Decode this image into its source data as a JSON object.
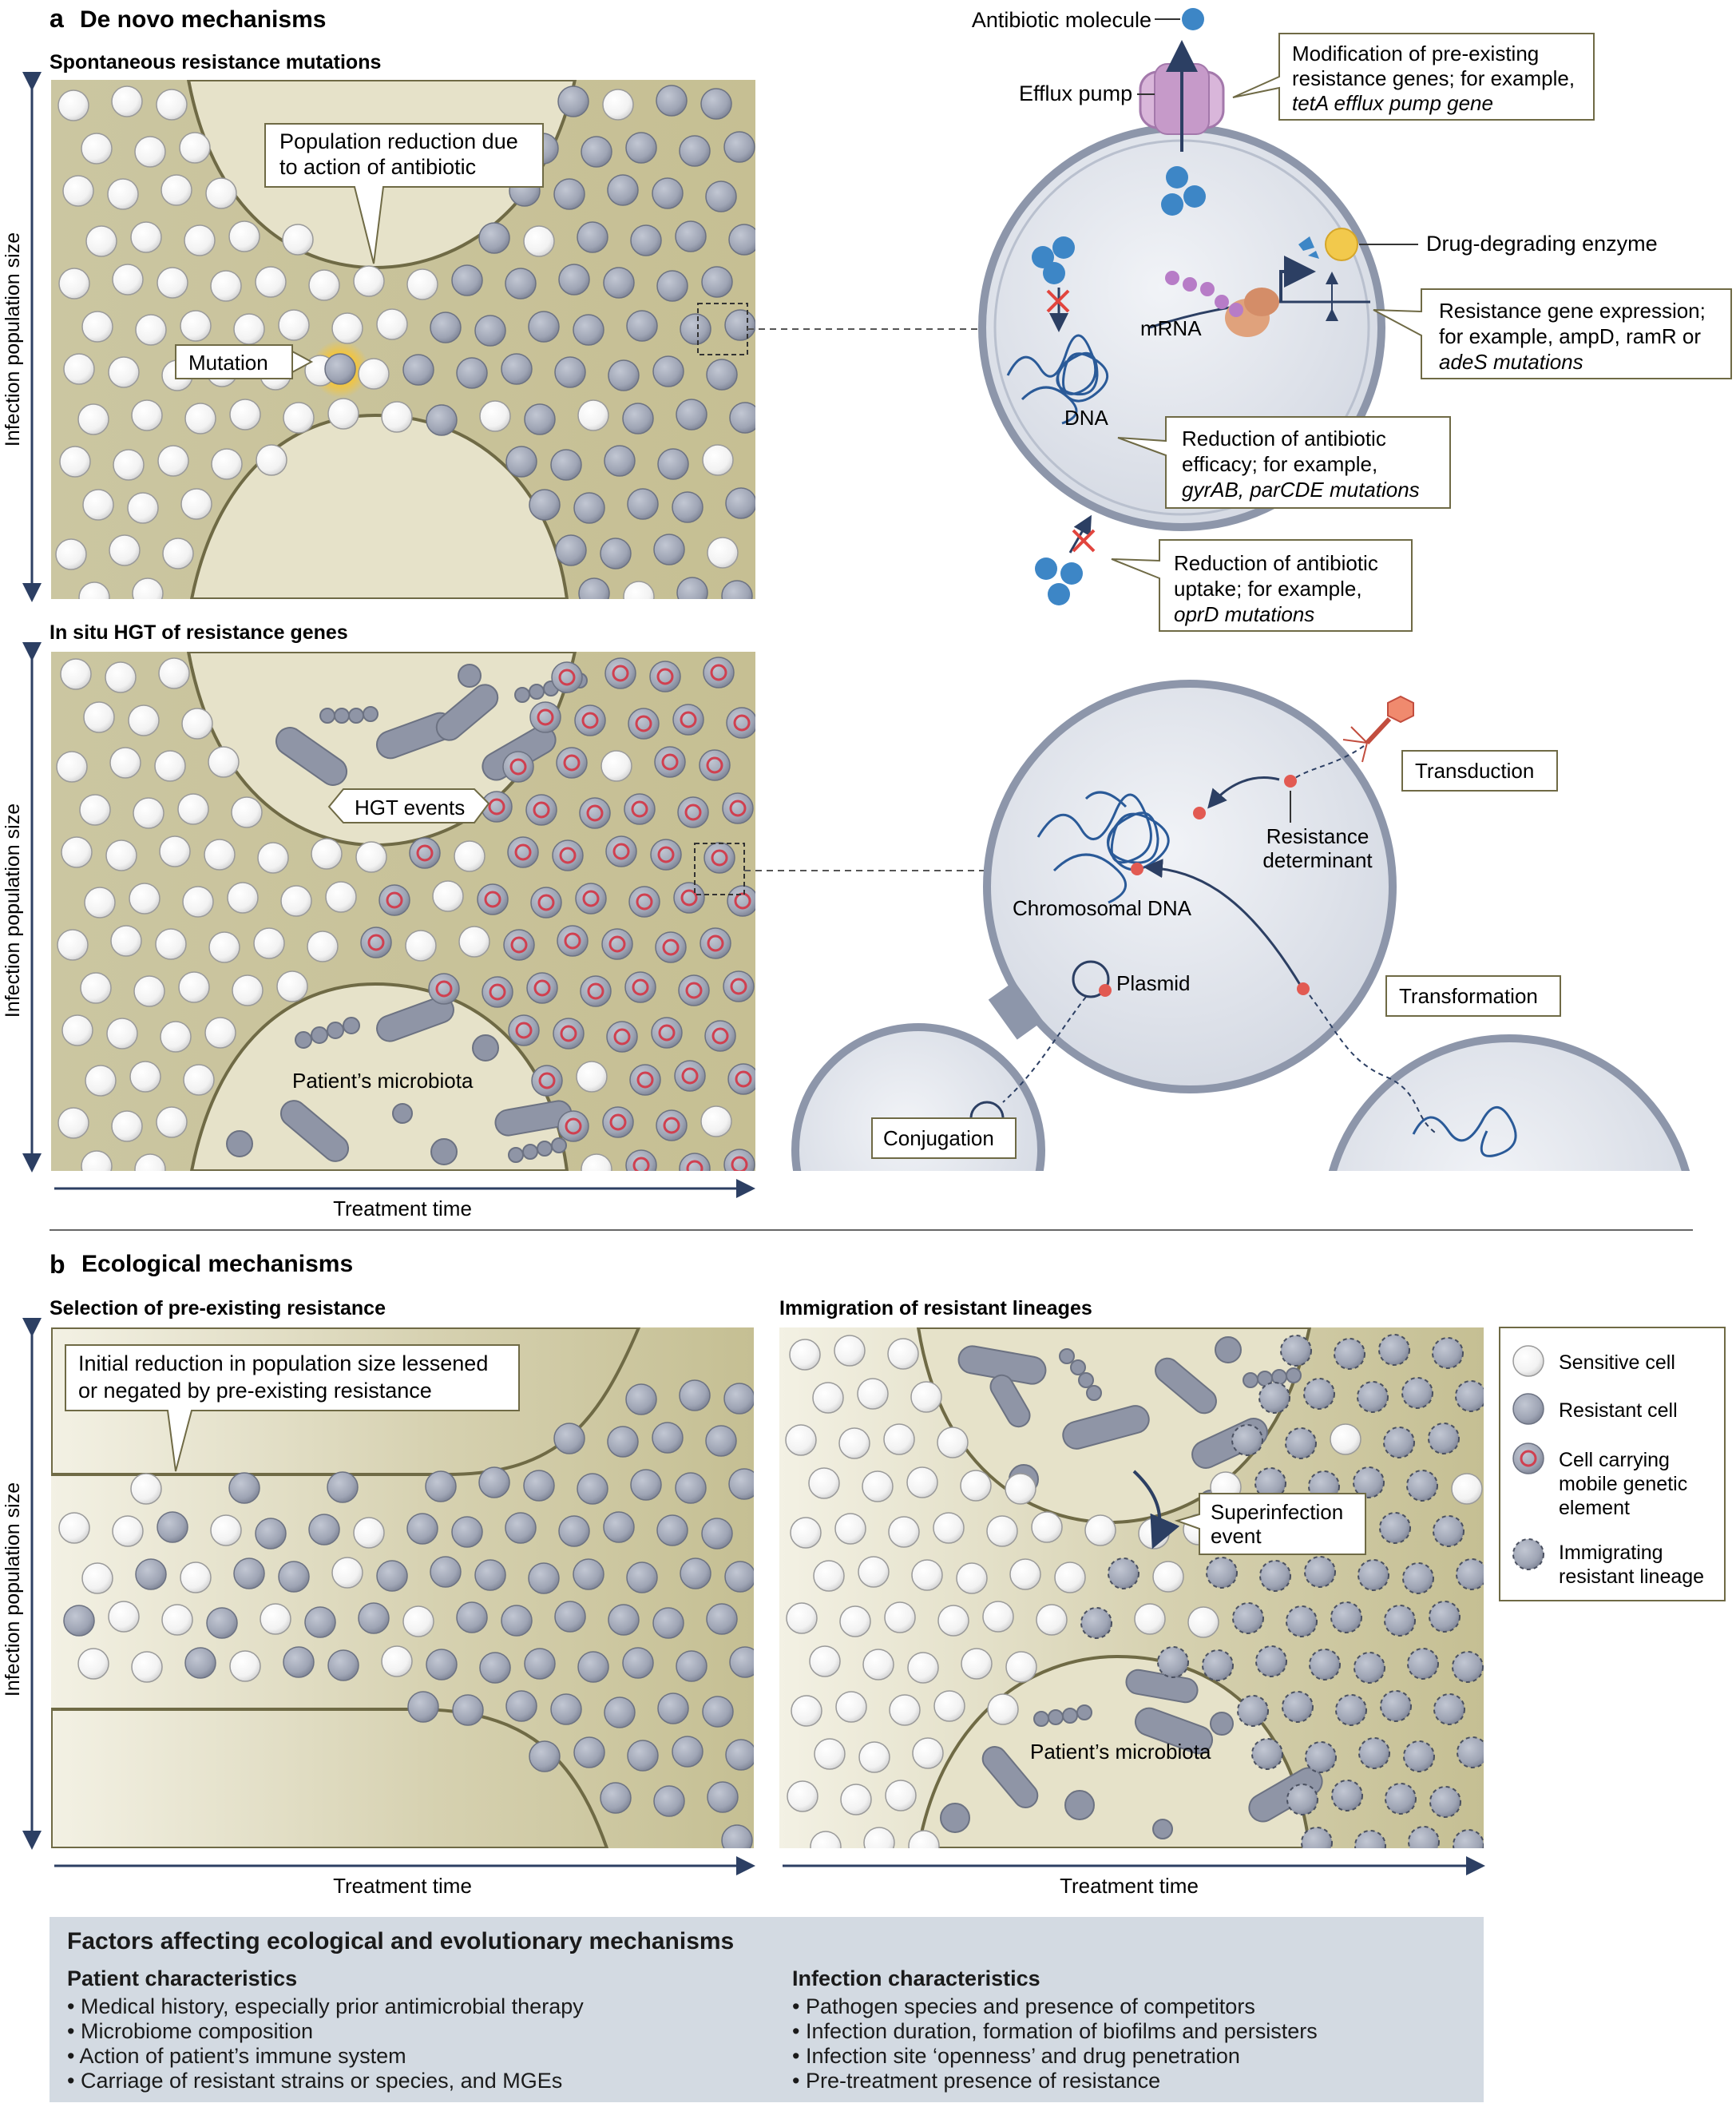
{
  "panel_a": {
    "letter": "a",
    "title": "De novo mechanisms",
    "spontaneous": {
      "subtitle": "Spontaneous resistance mutations",
      "callout_reduction": [
        "Population reduction due",
        "to action of antibiotic"
      ],
      "mutation_label": "Mutation",
      "y_axis": "Infection population size"
    },
    "cell_detail": {
      "antibiotic_molecule": "Antibiotic molecule",
      "efflux_pump": "Efflux pump",
      "modification": [
        "Modification of pre-existing",
        "resistance genes; for example,",
        "tetA efflux pump gene"
      ],
      "enzyme": "Drug-degrading enzyme",
      "expression": [
        "Resistance gene expression;",
        "for example, ampD, ramR or",
        "adeS mutations"
      ],
      "mrna": "mRNA",
      "dna": "DNA",
      "efficacy": [
        "Reduction of antibiotic",
        "efficacy; for example,",
        "gyrAB, parCDE mutations"
      ],
      "uptake": [
        "Reduction of antibiotic",
        "uptake; for example,",
        "oprD mutations"
      ]
    },
    "hgt": {
      "subtitle": "In situ HGT of resistance genes",
      "hgt_events": "HGT events",
      "microbiota": "Patient’s microbiota",
      "y_axis": "Infection population size",
      "x_axis": "Treatment time"
    },
    "hgt_detail": {
      "transduction": "Transduction",
      "resistance_determinant": [
        "Resistance",
        "determinant"
      ],
      "chromosomal_dna": "Chromosomal DNA",
      "plasmid": "Plasmid",
      "transformation": "Transformation",
      "conjugation": "Conjugation"
    }
  },
  "panel_b": {
    "letter": "b",
    "title": "Ecological mechanisms",
    "selection": {
      "subtitle": "Selection of pre-existing resistance",
      "callout": [
        "Initial reduction in population size lessened",
        "or negated by pre-existing resistance"
      ],
      "y_axis": "Infection population size",
      "x_axis": "Treatment time"
    },
    "immigration": {
      "subtitle": "Immigration of resistant lineages",
      "superinfection": [
        "Superinfection",
        "event"
      ],
      "microbiota": "Patient’s microbiota",
      "x_axis": "Treatment time"
    },
    "legend": {
      "sensitive": "Sensitive cell",
      "resistant": "Resistant cell",
      "mge": [
        "Cell carrying",
        "mobile genetic",
        "element"
      ],
      "immigrating": [
        "Immigrating",
        "resistant lineage"
      ]
    }
  },
  "factors": {
    "title": "Factors affecting ecological and evolutionary mechanisms",
    "patient": {
      "heading": "Patient characteristics",
      "items": [
        "Medical history, especially prior antimicrobial therapy",
        "Microbiome composition",
        "Action of patient’s immune system",
        "Carriage of resistant strains or species, and MGEs"
      ]
    },
    "infection": {
      "heading": "Infection characteristics",
      "items": [
        "Pathogen species and presence of competitors",
        "Infection duration, formation of biofilms and persisters",
        "Infection site ‘openness’ and drug penetration",
        "Pre-treatment presence of resistance"
      ]
    }
  },
  "colors": {
    "panel_bg": "#c9c39a",
    "curve": "#6f6a45",
    "resistant_cell": "#9ea4b4",
    "mge_ring": "#d04050",
    "navy": "#2c3f63",
    "antibiotic": "#3d86c6",
    "factors_bg": "#d3dae2"
  }
}
